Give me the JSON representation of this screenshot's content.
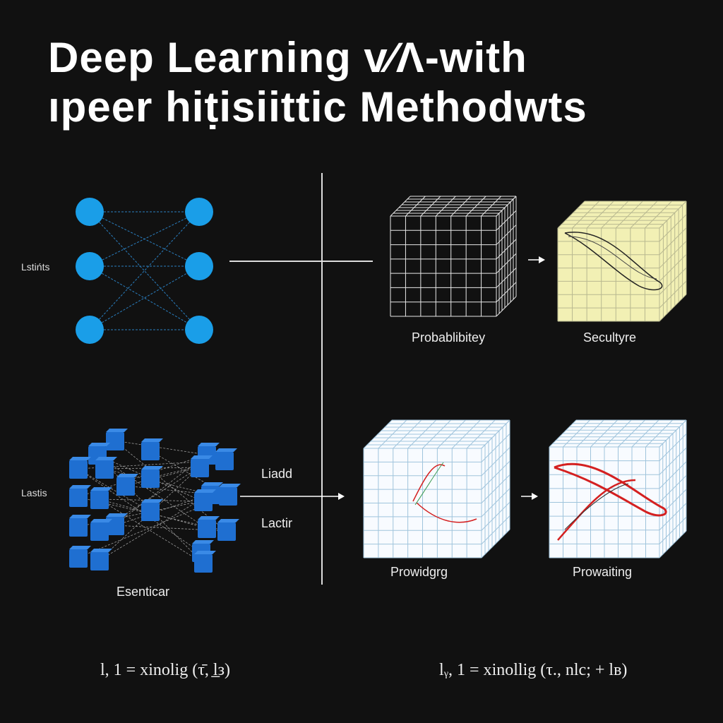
{
  "title": {
    "line1": "Deep Learning v∕Λ-with",
    "line2": "ıpeer hiṭisiittic Methodwts"
  },
  "side_labels": {
    "top": "Lstińts",
    "bottom": "Lastis"
  },
  "top_panel": {
    "cube1_label": "Probablibitey",
    "cube2_label": "Secultyre"
  },
  "bottom_panel": {
    "cluster_label": "Esenticar",
    "arrow_label_top": "Liadd",
    "arrow_label_bottom": "Lactir",
    "cube1_label": "Prowidgrg",
    "cube2_label": "Prowaiting"
  },
  "formulas": {
    "left": "l,  1 = xinolig (τ̄̄, l̲з)",
    "right": "lᵧ,  1 = xinollig (τ., nlc; + lв)"
  },
  "colors": {
    "background": "#111111",
    "node_blue": "#1a9ee8",
    "cube_blue": "#1f6fd1",
    "yellow_face": "#f2f0b4",
    "curve_red": "#d42020"
  }
}
